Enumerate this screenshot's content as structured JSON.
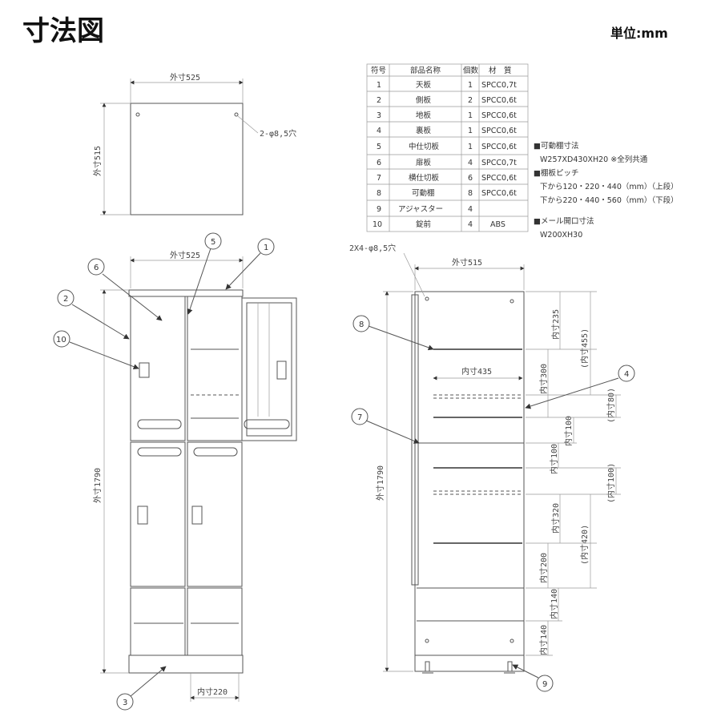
{
  "title": "寸法図",
  "unit": "単位:mm",
  "top_view": {
    "width_label": "外寸525",
    "depth_label": "外寸515",
    "hole_label": "2-φ8,5穴"
  },
  "front_view": {
    "width_label": "外寸525",
    "height_label": "外寸1790",
    "inner_bottom_label": "内寸220"
  },
  "side_view": {
    "hole_label": "2X4-φ8,5穴",
    "depth_label": "外寸515",
    "height_label": "外寸1790",
    "inner_width_label": "内寸435",
    "inner_labels": [
      "内寸235",
      "内寸300",
      "内寸100",
      "内寸100",
      "内寸320",
      "内寸200",
      "内寸140",
      "内寸140"
    ],
    "inner_paren_labels": [
      "(内寸455)",
      "(内寸80)",
      "(内寸100)",
      "(内寸420)"
    ]
  },
  "parts_table": {
    "headers": [
      "符号",
      "部品名称",
      "個数",
      "材　質"
    ],
    "rows": [
      [
        "1",
        "天板",
        "1",
        "SPCC0,7t"
      ],
      [
        "2",
        "側板",
        "2",
        "SPCC0,6t"
      ],
      [
        "3",
        "地板",
        "1",
        "SPCC0,6t"
      ],
      [
        "4",
        "裏板",
        "1",
        "SPCC0,6t"
      ],
      [
        "5",
        "中仕切板",
        "1",
        "SPCC0,6t"
      ],
      [
        "6",
        "扉板",
        "4",
        "SPCC0,7t"
      ],
      [
        "7",
        "横仕切板",
        "6",
        "SPCC0,6t"
      ],
      [
        "8",
        "可動棚",
        "8",
        "SPCC0,6t"
      ],
      [
        "9",
        "アジャスター",
        "4",
        ""
      ],
      [
        "10",
        "錠前",
        "4",
        "ABS"
      ]
    ]
  },
  "notes": [
    "■可動棚寸法",
    "W257XD430XH20  ※全列共通",
    "■棚板ピッチ",
    "下から120・220・440（mm）（上段）",
    "下から220・440・560（mm）（下段）",
    "■メール開口寸法",
    "W200XH30"
  ],
  "callouts": [
    "1",
    "2",
    "3",
    "4",
    "5",
    "6",
    "7",
    "8",
    "9",
    "10"
  ]
}
